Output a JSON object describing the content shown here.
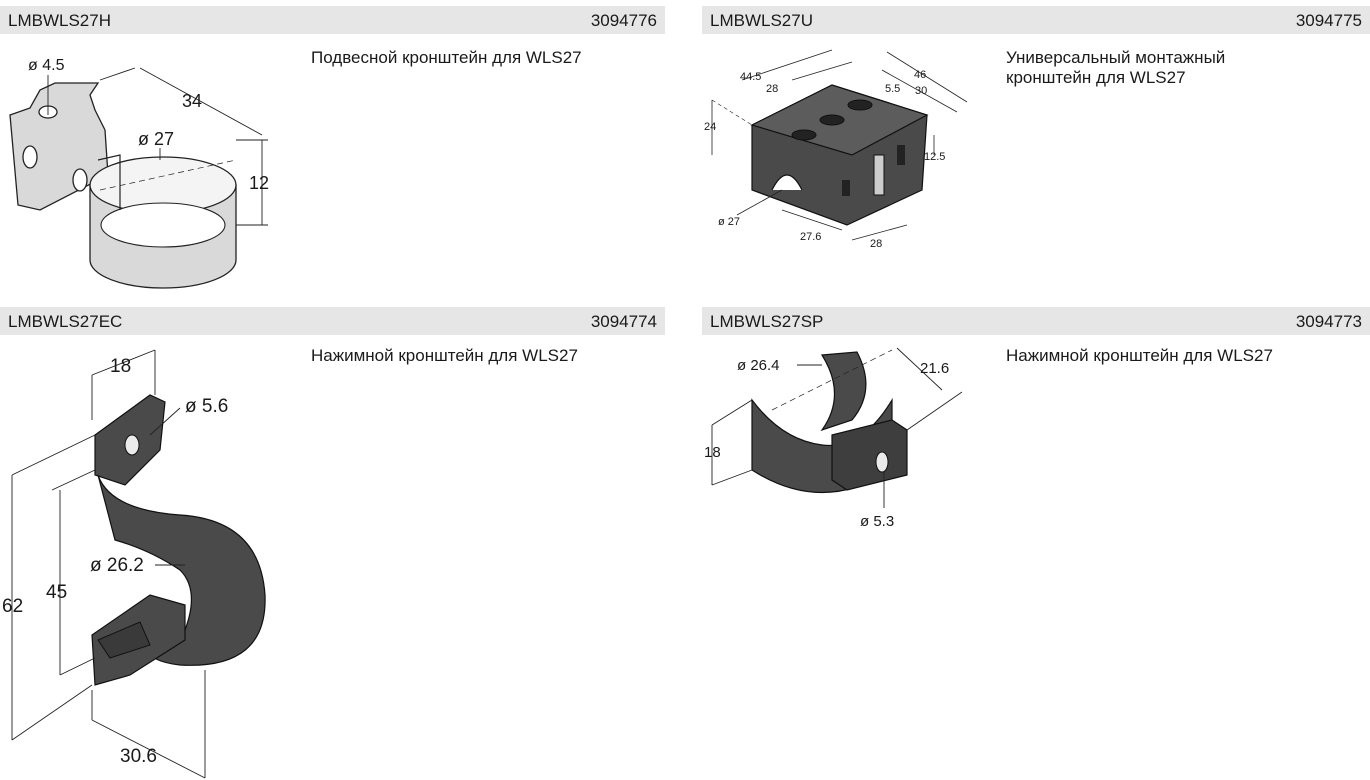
{
  "products": [
    {
      "model": "LMBWLS27H",
      "code": "3094776",
      "description": "Подвесной кронштейн для WLS27",
      "dims": {
        "hole": "ø 4.5",
        "length": "34",
        "ring": "ø 27",
        "height": "12"
      }
    },
    {
      "model": "LMBWLS27U",
      "code": "3094775",
      "description_lines": [
        "Универсальный монтажный",
        "кронштейн для WLS27"
      ],
      "dims": {
        "w1": "44.5",
        "w2": "28",
        "d1": "46",
        "d2": "5.5",
        "d3": "30",
        "h1": "24",
        "h2": "12.5",
        "ring": "ø 27",
        "b1": "27.6",
        "b2": "28"
      }
    },
    {
      "model": "LMBWLS27EC",
      "code": "3094774",
      "description": "Нажимной кронштейн для WLS27",
      "dims": {
        "top": "18",
        "hole": "ø 5.6",
        "ring": "ø 26.2",
        "inner": "45",
        "total": "62",
        "depth": "30.6"
      }
    },
    {
      "model": "LMBWLS27SP",
      "code": "3094773",
      "description": "Нажимной кронштейн для WLS27",
      "dims": {
        "ring": "ø 26.4",
        "width": "21.6",
        "height": "18",
        "hole": "ø 5.3"
      }
    }
  ],
  "colors": {
    "bar": "#e6e6e6",
    "metal": "#d9d9d9",
    "plastic": "#4a4a4a"
  }
}
